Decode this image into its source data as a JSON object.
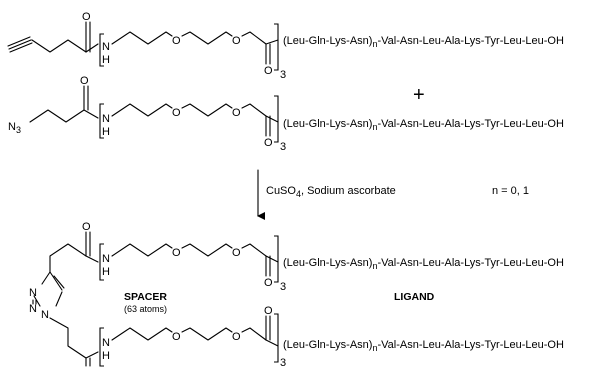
{
  "atoms": {
    "oxygen": "O",
    "nitrogen": "N",
    "hydrogen": "H",
    "azide_n": "N",
    "azide_sub": "3"
  },
  "repeat_index": "3",
  "peptide": {
    "main": "(Leu-Gln-Lys-Asn)",
    "sub": "n",
    "tail": "-Val-Asn-Leu-Ala-Lys-Tyr-Leu-Leu-OH"
  },
  "plus": "+",
  "conditions": {
    "reagent_prefix": "CuSO",
    "reagent_sub": "4",
    "reagent_suffix": ", Sodium ascorbate",
    "n_values": "n = 0, 1"
  },
  "labels": {
    "spacer": "SPACER",
    "spacer_atoms": "(63 atoms)",
    "ligand": "LIGAND"
  }
}
